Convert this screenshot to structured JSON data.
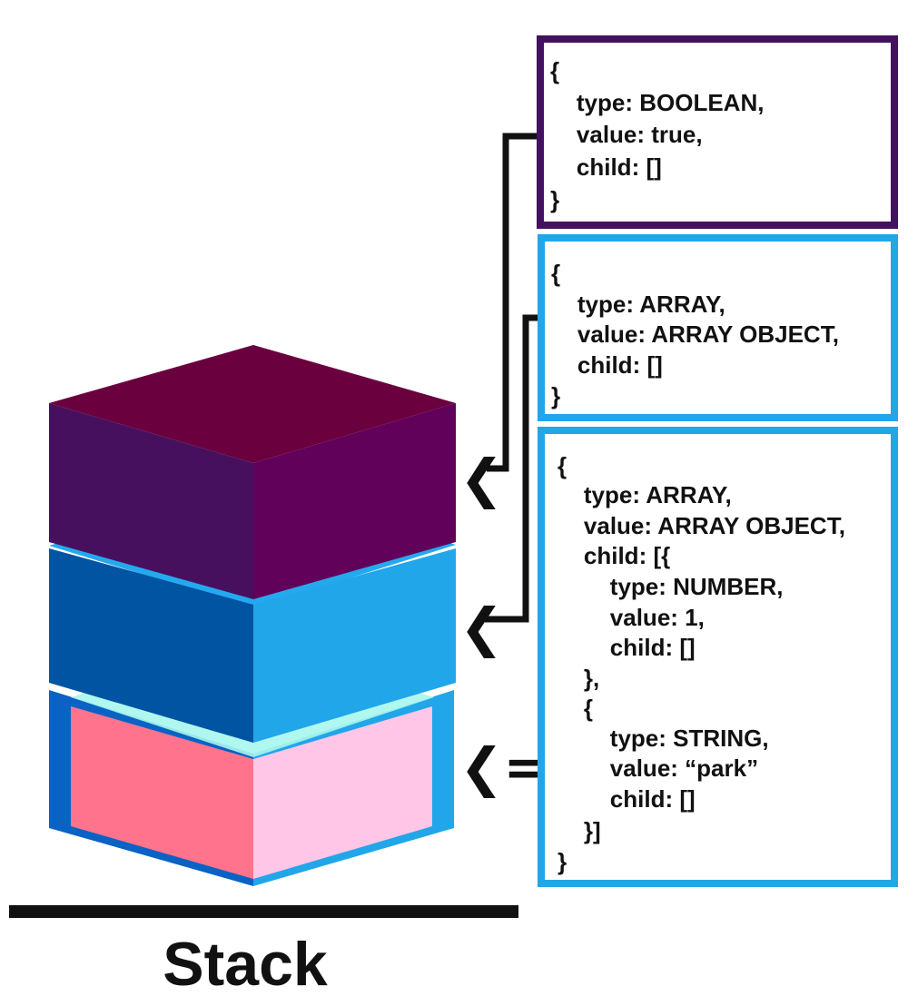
{
  "title": "Stack",
  "colors": {
    "boolean_border": "#43125f",
    "array_border": "#21a6ea",
    "connector": "#111111"
  },
  "layers": [
    {
      "name": "boolean-layer",
      "top": "#6a003e",
      "left": "#47105f",
      "right": "#61015a"
    },
    {
      "name": "array-layer",
      "top": "#24a9ef",
      "left": "#0054a2",
      "right": "#21a6ea"
    },
    {
      "name": "current-array-layer",
      "top": "#a7f6ee",
      "left": "#ff748c",
      "right": "#ffc6e8",
      "frame": "#0a62c4"
    }
  ],
  "boxes": [
    {
      "name": "boolean-object-box",
      "lines": [
        "{",
        "    type: BOOLEAN,",
        "    value: true,",
        "    child: []",
        "}"
      ]
    },
    {
      "name": "array-object-box",
      "lines": [
        "{",
        "    type: ARRAY,",
        "    value: ARRAY OBJECT,",
        "    child: []",
        "}"
      ]
    },
    {
      "name": "nested-array-object-box",
      "lines": [
        "{",
        "    type: ARRAY,",
        "    value: ARRAY OBJECT,",
        "    child: [{",
        "        type: NUMBER,",
        "        value: 1,",
        "        child: []",
        "    },",
        "    {",
        "        type: STRING,",
        "        value: “park”",
        "        child: []",
        "    }]",
        "}"
      ]
    }
  ],
  "pointers": [
    {
      "name": "boolean-pointer",
      "glyph": "❮"
    },
    {
      "name": "array-pointer",
      "glyph": "❮"
    },
    {
      "name": "current-pointer",
      "glyph": "❮="
    }
  ]
}
